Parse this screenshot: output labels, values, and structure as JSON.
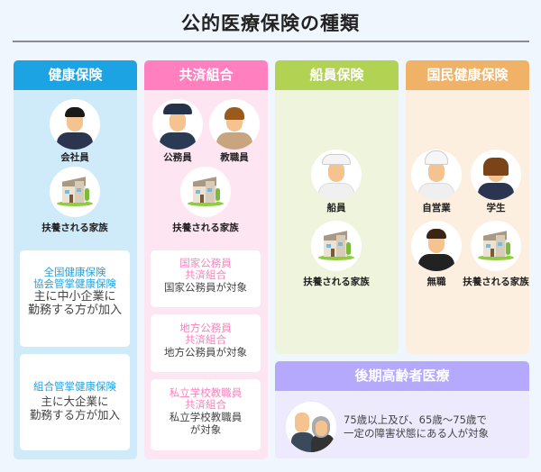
{
  "title": "公的医療保険の種類",
  "colors": {
    "kenko": "#1ca3e3",
    "kyosai": "#ff7fbf",
    "senin": "#b2d254",
    "kokumin": "#f0b267",
    "koki": "#b4a9fd"
  },
  "columns": [
    {
      "header": "健康保険",
      "people": [
        {
          "label": "会社員",
          "icon": "office-worker-icon"
        },
        {
          "label": "扶養される家族",
          "icon": "house-icon"
        }
      ],
      "cards": [
        {
          "title1": "全国健康保険",
          "title2": "協会管掌健康保険",
          "desc1": "主に中小企業に",
          "desc2": "勤務する方が加入"
        },
        {
          "title1": "組合管掌健康保険",
          "desc1": "主に大企業に",
          "desc2": "勤務する方が加入"
        }
      ]
    },
    {
      "header": "共済組合",
      "people": [
        {
          "label": "公務員",
          "icon": "police-officer-icon"
        },
        {
          "label": "教職員",
          "icon": "teacher-icon"
        },
        {
          "label": "扶養される家族",
          "icon": "house-icon"
        }
      ],
      "cards": [
        {
          "title1": "国家公務員",
          "title2": "共済組合",
          "desc1": "国家公務員が対象"
        },
        {
          "title1": "地方公務員",
          "title2": "共済組合",
          "desc1": "地方公務員が対象"
        },
        {
          "title1": "私立学校教職員",
          "title2": "共済組合",
          "desc1": "私立学校教職員",
          "desc2": "が対象"
        }
      ]
    },
    {
      "header": "船員保険",
      "people": [
        {
          "label": "船員",
          "icon": "sailor-icon"
        },
        {
          "label": "扶養される家族",
          "icon": "house-icon"
        }
      ]
    },
    {
      "header": "国民健康保険",
      "people": [
        {
          "label": "自営業",
          "icon": "chef-icon"
        },
        {
          "label": "学生",
          "icon": "student-icon"
        },
        {
          "label": "無職",
          "icon": "unemployed-icon"
        },
        {
          "label": "扶養される家族",
          "icon": "house-icon"
        }
      ]
    }
  ],
  "koki": {
    "header": "後期高齢者医療",
    "line1": "75歳以上及び、65歳～75歳で",
    "line2": "一定の障害状態にある人が対象",
    "icon": "elderly-couple-icon"
  }
}
